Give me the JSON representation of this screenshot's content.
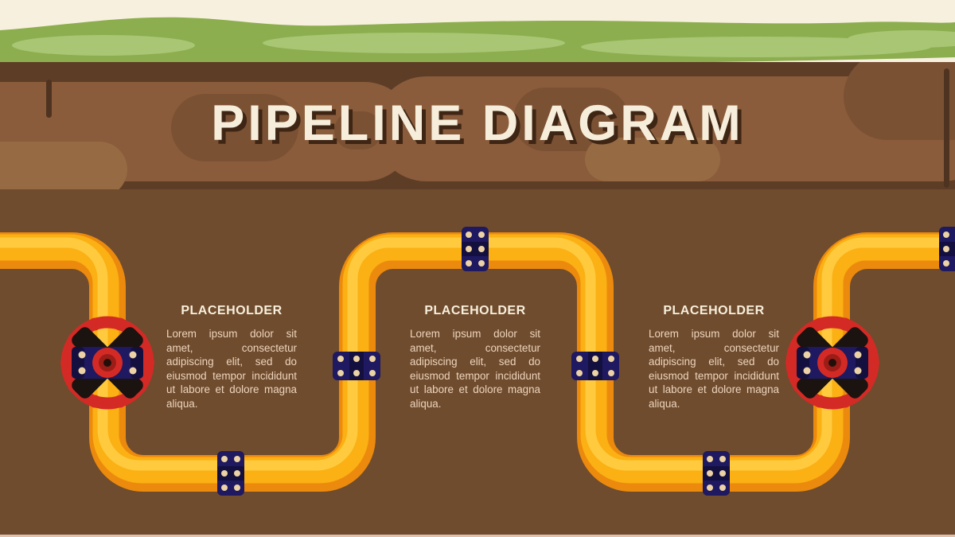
{
  "title": "PIPELINE DIAGRAM",
  "sections": [
    {
      "heading": "PLACEHOLDER",
      "body": "Lorem ipsum dolor sit amet, consectetur adipiscing elit, sed do eiusmod tempor incididunt ut labore et dolore magna aliqua."
    },
    {
      "heading": "PLACEHOLDER",
      "body": "Lorem ipsum dolor sit amet, consectetur adipiscing elit, sed do eiusmod tempor incididunt ut labore et dolore magna aliqua."
    },
    {
      "heading": "PLACEHOLDER",
      "body": "Lorem ipsum dolor sit amet, consectetur adipiscing elit, sed do eiusmod tempor incididunt ut labore et dolore magna aliqua."
    }
  ],
  "graphics": {
    "pipe": "zigzag-underground-pipeline",
    "valve_icon": "valve-handwheel",
    "flange_icon": "pipe-flange-coupling",
    "grass_icon": "grass-surface-band",
    "soil_icon": "rocky-topsoil-band"
  },
  "colors": {
    "sky": "#f8f0df",
    "grass": "#8cae4e",
    "grass-light": "#a9c674",
    "dirt-dark": "#5e3d27",
    "dirt-blob": "#8a5c3b",
    "dirt-rock": "#7b5134",
    "dirt-spot": "#966a42",
    "dirt-crack": "#4f3321",
    "underground": "#6f4c2e",
    "baseline": "#dfc2ad",
    "pipe-dark": "#ec8a0d",
    "pipe-mid": "#fbb014",
    "pipe-light": "#ffca3e",
    "flange-navy": "#1e1960",
    "flange-navy-dark": "#131040",
    "bolt": "#ecd2a5",
    "valve-red": "#d42a25",
    "valve-black": "#1a1310",
    "hub-dark": "#9c1d18",
    "hub-center": "#230f0a",
    "title-text": "#f6eedb",
    "title-shadow": "#3f2514",
    "heading-text": "#f8efdc",
    "body-text": "#eed5be"
  }
}
